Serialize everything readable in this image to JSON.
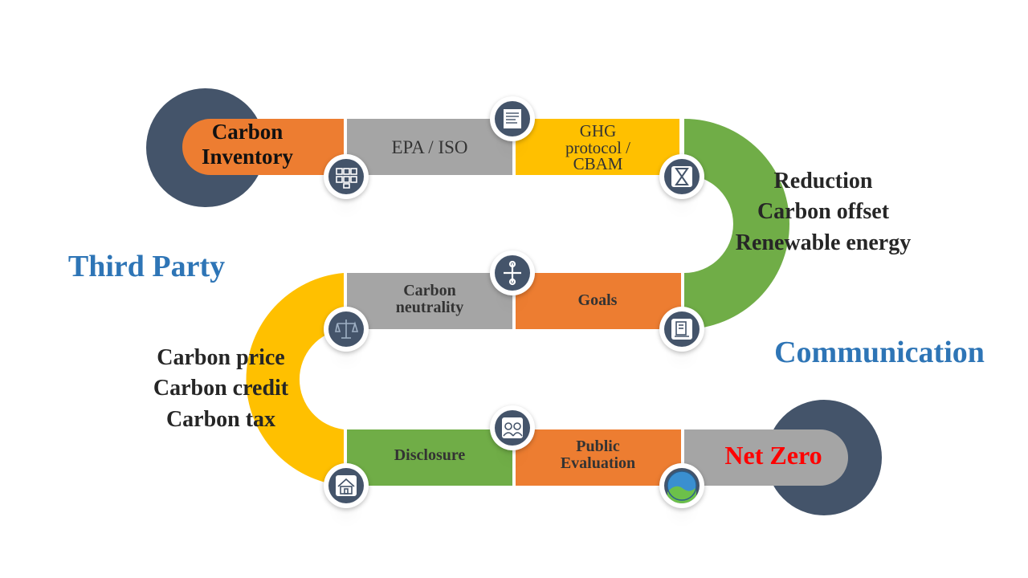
{
  "steps": {
    "start": {
      "line1": "Carbon",
      "line2": "Inventory"
    },
    "epa_iso": "EPA / ISO",
    "ghg": {
      "line1": "GHG",
      "line2": "protocol /",
      "line3": "CBAM"
    },
    "carbon_neutrality": {
      "line1": "Carbon",
      "line2": "neutrality"
    },
    "goals": "Goals",
    "disclosure": "Disclosure",
    "public_evaluation": {
      "line1": "Public",
      "line2": "Evaluation"
    },
    "end": "Net Zero"
  },
  "side_labels": {
    "reduction": [
      "Reduction",
      "Carbon offset",
      "Renewable energy"
    ],
    "pricing": [
      "Carbon price",
      "Carbon credit",
      "Carbon tax"
    ],
    "third_party": "Third Party",
    "communication": "Communication"
  },
  "colors": {
    "orange": "#ed7d31",
    "gray": "#a5a5a5",
    "yellow": "#ffc000",
    "green": "#70ad47",
    "navy": "#44546a",
    "blue_text": "#2e75b6",
    "red_text": "#ff0000"
  },
  "icons": [
    "document-icon",
    "grid-icon",
    "hourglass-icon",
    "tools-icon",
    "scales-icon",
    "document-stack-icon",
    "faces-icon",
    "house-icon",
    "earth-icon"
  ]
}
